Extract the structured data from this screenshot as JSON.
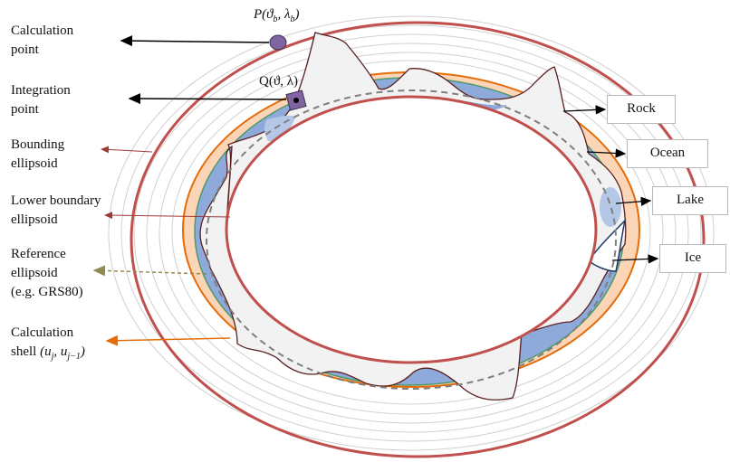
{
  "left_labels": [
    {
      "line1": "Calculation",
      "line2": "point"
    },
    {
      "line1": "Integration",
      "line2": "point"
    },
    {
      "line1": "Bounding",
      "line2": "ellipsoid"
    },
    {
      "line1": "Lower boundary",
      "line2": "ellipsoid"
    },
    {
      "line1": "Reference",
      "line2": "ellipsoid",
      "line3": "(e.g. GRS80)"
    },
    {
      "line1": "Calculation",
      "line2": "shell"
    }
  ],
  "shell_math": {
    "prefix": "(u",
    "sub1": "j",
    "mid": ", u",
    "sub2": "j−1",
    "suffix": ")"
  },
  "point_p": {
    "prefix": "P(ϑ",
    "sub1": "b",
    "mid": ", λ",
    "sub2": "b",
    "suffix": ")"
  },
  "point_q": {
    "text": "Q(ϑ, λ)"
  },
  "right_boxes": [
    "Rock",
    "Ocean",
    "Lake",
    "Ice"
  ],
  "colors": {
    "bounding": "#c0504d",
    "shell_orange": "#e46c0a",
    "shell_fill": "#fbd5b5",
    "ocean": "#8eaadb",
    "lake": "#b4c7e7",
    "rock": "#f2f2f2",
    "topography": "#5b1f1f",
    "reference": "#7f7f7f",
    "green_line": "#4e9a6b",
    "point": "#7f5f9f"
  }
}
